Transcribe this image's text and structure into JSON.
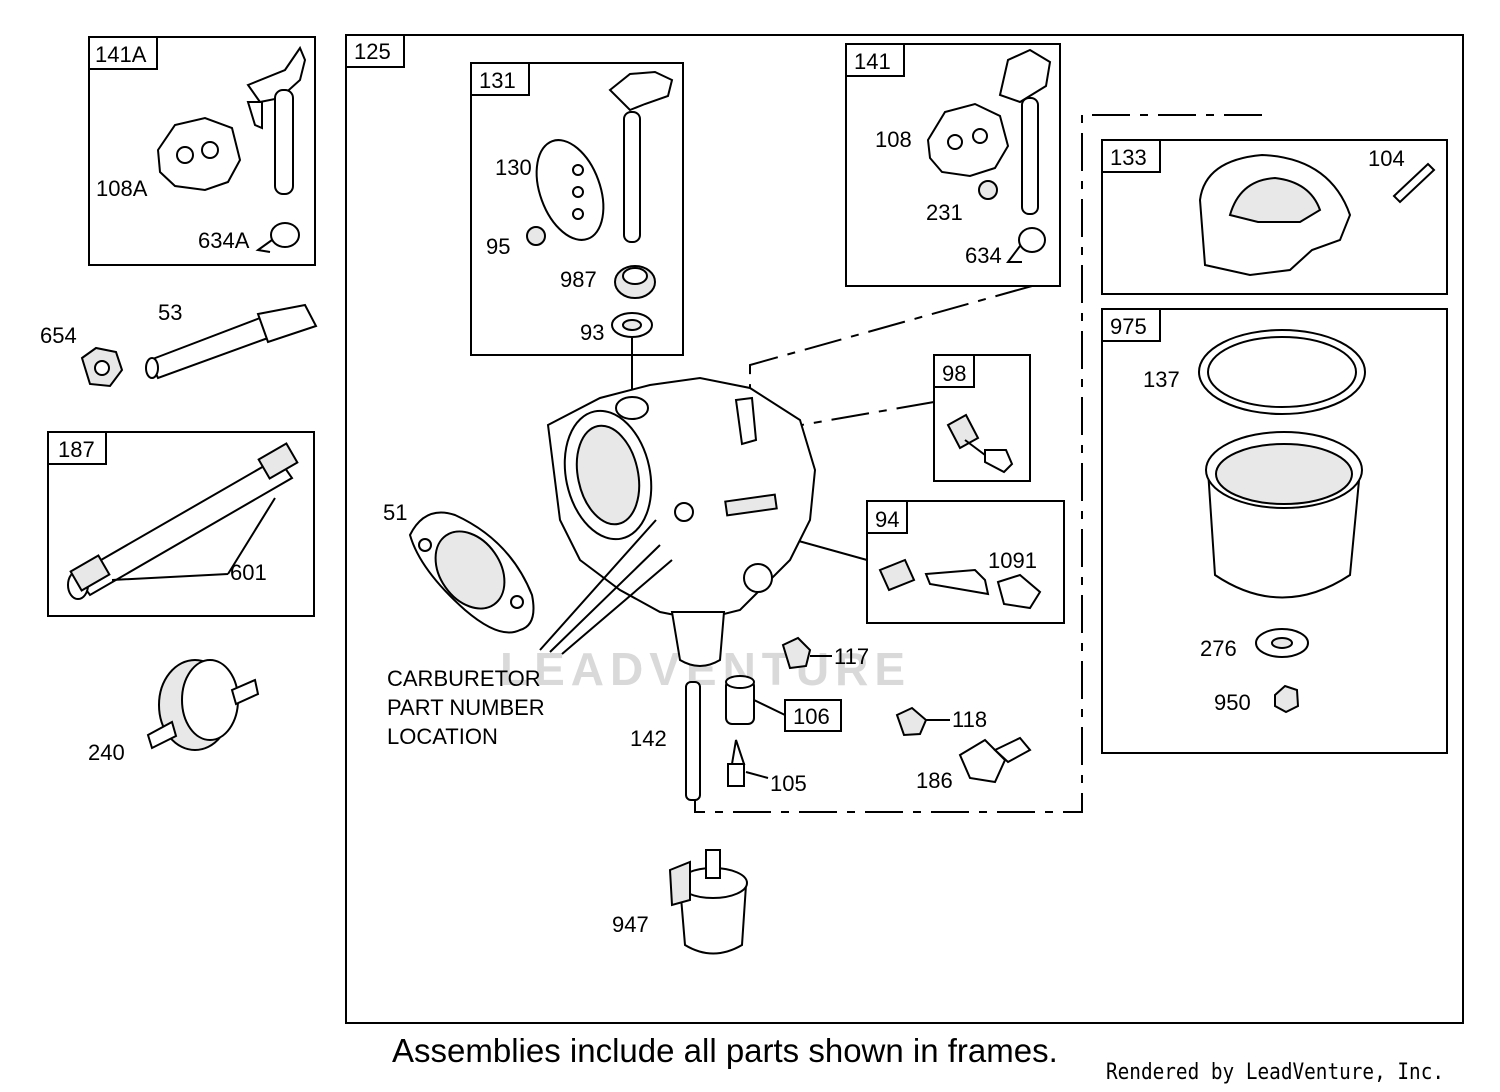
{
  "frames": {
    "f125": "125",
    "f141A": "141A",
    "f131": "131",
    "f141": "141",
    "f133": "133",
    "f975": "975",
    "f98": "98",
    "f94": "94",
    "f187": "187"
  },
  "parts": {
    "p108A": "108A",
    "p634A": "634A",
    "p130": "130",
    "p95": "95",
    "p987": "987",
    "p93": "93",
    "p108": "108",
    "p231": "231",
    "p634": "634",
    "p104": "104",
    "p137": "137",
    "p276": "276",
    "p950": "950",
    "p654": "654",
    "p53": "53",
    "p601": "601",
    "p240": "240",
    "p51": "51",
    "p1091": "1091",
    "p117": "117",
    "p106": "106",
    "p118": "118",
    "p142": "142",
    "p105": "105",
    "p186": "186",
    "p947": "947"
  },
  "carb_note": [
    "CARBURETOR",
    "PART NUMBER",
    "LOCATION"
  ],
  "watermark": "LEADVENTURE",
  "footer_note": "Assemblies include all parts shown in frames.",
  "credit": "Rendered by LeadVenture, Inc."
}
